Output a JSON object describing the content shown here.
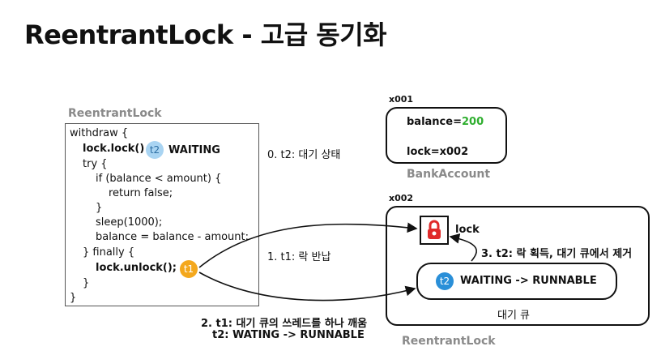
{
  "title": "ReentrantLock - 고급 동기화",
  "code_panel": {
    "caption": "ReentrantLock",
    "lines": [
      "withdraw {",
      "lock.lock()",
      "try {",
      "if (balance < amount) {",
      "return false;",
      "}",
      "sleep(1000);",
      "balance = balance - amount;",
      "} finally {",
      "lock.unlock();",
      "}",
      "}"
    ],
    "t2_badge": "t2",
    "t2_status": "WAITING",
    "t1_badge": "t1"
  },
  "annotations": {
    "step0": "0. t2: 대기 상태",
    "step1": "1. t1: 락 반납",
    "step2_line1": "2. t1: 대기 큐의 쓰레드를 하나 깨움",
    "step2_line2": "t2: WATING -> RUNNABLE",
    "step3": "3. t2: 락 획득, 대기 큐에서 제거"
  },
  "bank_account": {
    "address": "x001",
    "balance_label": "balance=",
    "balance_value": "200",
    "lock_field": "lock=x002",
    "caption": "BankAccount"
  },
  "reentrant_lock": {
    "address": "x002",
    "lock_label": "lock",
    "queue_badge": "t2",
    "queue_status": "WAITING -> RUNNABLE",
    "queue_label": "대기 큐",
    "caption": "ReentrantLock"
  },
  "colors": {
    "t1": "#f4a81d",
    "t2": "#a9d4f2",
    "balance_value": "#2fae2f",
    "lock_icon": "#e02a2a"
  }
}
